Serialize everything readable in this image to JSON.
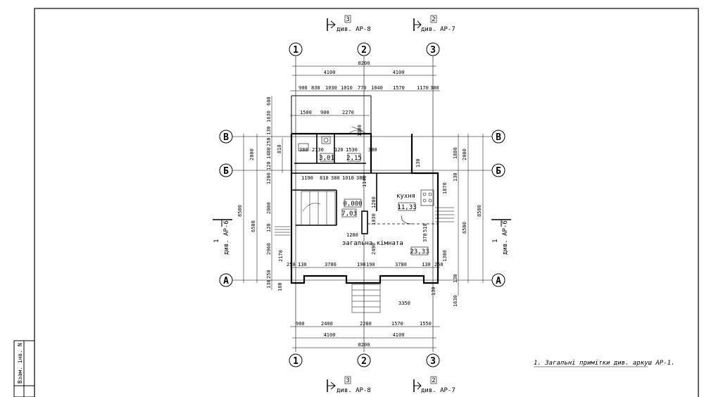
{
  "axes": {
    "vertical": [
      "1",
      "2",
      "3"
    ],
    "horizontal": [
      "В",
      "Б",
      "А"
    ]
  },
  "section_marks": [
    {
      "num": "3",
      "ref": "див. АР-8"
    },
    {
      "num": "2",
      "ref": "див. АР-7"
    },
    {
      "num": "1",
      "ref": "див. АР-6"
    }
  ],
  "dims": {
    "total_w": "8200",
    "half": "4100",
    "top_row": [
      "900",
      "830",
      "1030",
      "1010",
      "770",
      "1040",
      "1570",
      "1170",
      "380"
    ],
    "inner_top": [
      "1500",
      "900",
      "2270"
    ],
    "mid_row1": [
      "380",
      "2130",
      "120",
      "1530",
      "380"
    ],
    "mid_row2": [
      "1190",
      "810",
      "380",
      "1010",
      "380"
    ],
    "bottom_row": [
      "900",
      "2400",
      "2280",
      "1570",
      "1550"
    ],
    "row_sep": [
      "250",
      "130",
      "3780",
      "190",
      "190",
      "3780",
      "130",
      "250"
    ],
    "left_vert": [
      "600",
      "1630",
      "130",
      "250",
      "1480",
      "810",
      "120",
      "1200",
      "2000",
      "120",
      "2960",
      "250",
      "130",
      "160"
    ],
    "misc": [
      "2000",
      "8500",
      "6500",
      "1200",
      "2170",
      "130",
      "1880",
      "6500",
      "8500",
      "1870",
      "1190",
      "1140",
      "1200",
      "1030",
      "2490",
      "510",
      "370",
      "1280",
      "1630",
      "3350",
      "130",
      "1300",
      "1300"
    ]
  },
  "rooms": [
    {
      "area": "3,01"
    },
    {
      "area": "2,15"
    },
    {
      "name": "кухня",
      "area": "11,33"
    },
    {
      "level": "0,000",
      "area": "7,03"
    },
    {
      "name": "загальна кімната",
      "area": "23,33"
    }
  ],
  "note": "1. Загальні примітки див. аркуш АР-1.",
  "stamp": "Взам. інв. N"
}
